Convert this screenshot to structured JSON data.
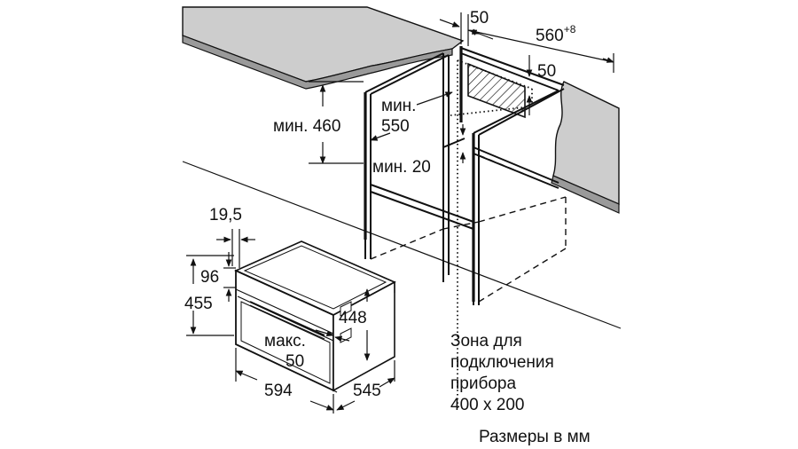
{
  "labels": {
    "depth_gap": "50",
    "width_main": "560",
    "width_tolerance": "+8",
    "vent_height": "50",
    "min_550_line1": "мин.",
    "min_550_line2": "550",
    "min_460": "мин. 460",
    "min_20": "мин. 20",
    "dim_19_5": "19,5",
    "dim_96": "96",
    "dim_455": "455",
    "dim_448": "448",
    "max_50_line1": "макс.",
    "max_50_line2": "50",
    "dim_594": "594",
    "dim_545": "545",
    "zone_line1": "Зона для",
    "zone_line2": "подключения",
    "zone_line3": "прибора",
    "zone_line4": "400 x 200",
    "units_note": "Размеры в мм"
  }
}
